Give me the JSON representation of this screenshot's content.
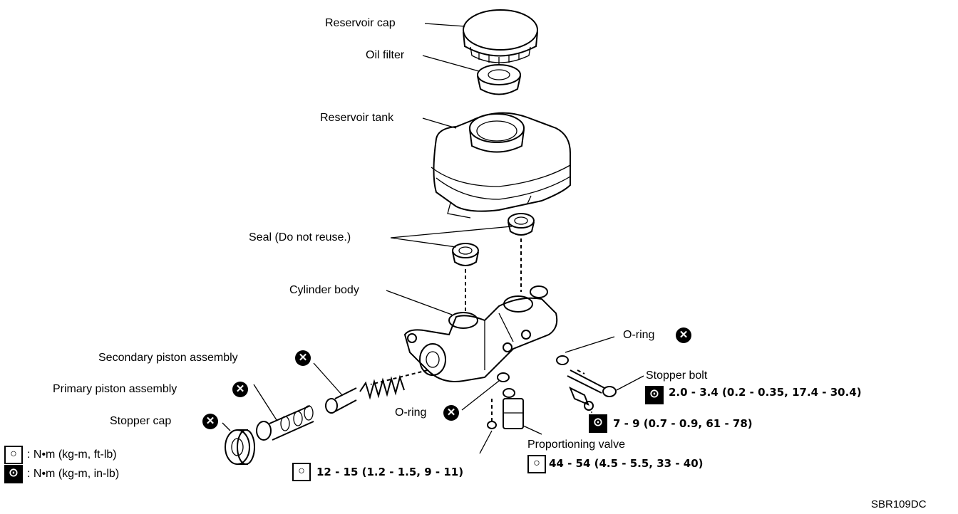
{
  "labels": {
    "reservoir_cap": "Reservoir cap",
    "oil_filter": "Oil filter",
    "reservoir_tank": "Reservoir tank",
    "seal": "Seal (Do not reuse.)",
    "cylinder_body": "Cylinder body",
    "o_ring_right": "O-ring",
    "stopper_bolt": "Stopper bolt",
    "secondary_piston": "Secondary piston assembly",
    "primary_piston": "Primary piston assembly",
    "stopper_cap": "Stopper cap",
    "o_ring_lower": "O-ring",
    "proportioning_valve": "Proportioning valve"
  },
  "torque": {
    "stopper_bolt": "2.0 - 3.4 (0.2 - 0.35, 17.4 - 30.4)",
    "fitting_mid": "7 - 9 (0.7 - 0.9, 61 - 78)",
    "fitting_low": "12 - 15 (1.2 - 1.5, 9 - 11)",
    "proportioning_valve": "44 - 54 (4.5 - 5.5, 33 - 40)"
  },
  "legend": {
    "ft_lb": ": N•m (kg-m, ft-lb)",
    "in_lb": ": N•m (kg-m, in-lb)"
  },
  "figure_code": "SBR109DC",
  "icons": {
    "do_not_reuse": "x-circle-icon",
    "torque_ft_lb": "torque-wrench-icon",
    "torque_in_lb": "torque-wrench-inverted-icon"
  }
}
